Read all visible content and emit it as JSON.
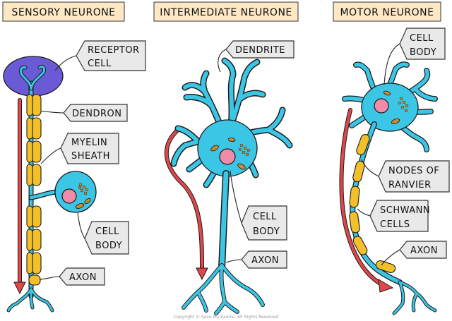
{
  "titles": {
    "sensory": "SENSORY NEURONE",
    "intermediate": "INTERMEDIATE NEURONE",
    "motor": "MOTOR NEURONE"
  },
  "sensory_labels": {
    "receptor": [
      "RECEPTOR",
      "CELL"
    ],
    "dendron": "DENDRON",
    "myelin": [
      "MYELIN",
      "SHEATH"
    ],
    "cell_body": [
      "CELL",
      "BODY"
    ],
    "axon": "AXON"
  },
  "intermediate_labels": {
    "dendrite": "DENDRITE",
    "cell_body": [
      "CELL",
      "BODY"
    ],
    "axon": "AXON"
  },
  "motor_labels": {
    "cell_body": [
      "CELL",
      "BODY"
    ],
    "nodes": [
      "NODES OF",
      "RANVIER"
    ],
    "schwann": [
      "SCHWANN",
      "CELLS"
    ],
    "axon": "AXON"
  },
  "credit": "Copyright © Save My Exams. All Rights Reserved",
  "colors": {
    "neurone": "#3cc6e6",
    "myelin": "#f2c02a",
    "nucleus": "#f08ca8",
    "receptor": "#6a5ad6",
    "impulse_arrow": "#e0474b",
    "label_box": "#e9e9e9",
    "title_box": "#fde7c4"
  }
}
